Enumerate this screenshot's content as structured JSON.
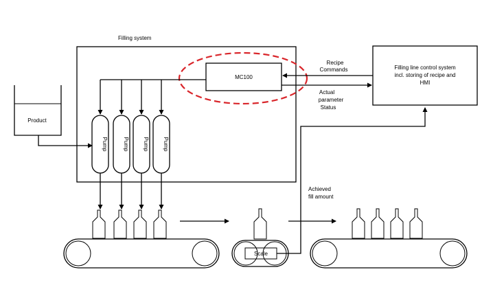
{
  "labels": {
    "filling_system": "Filling system",
    "controller": "MC100",
    "recipe": "Recipe",
    "commands": "Commands",
    "actual": "Actual",
    "parameter": "parameter",
    "status": "Status",
    "control_system_line1": "Filling line control system",
    "control_system_line2": "incl. storing of recipe and",
    "control_system_line3": "HMI",
    "product": "Product",
    "pump": "Pump",
    "scale": "Scale",
    "achieved_line1": "Achieved",
    "achieved_line2": "fill amount"
  },
  "colors": {
    "highlight": "#d9262b",
    "line": "#000000"
  }
}
